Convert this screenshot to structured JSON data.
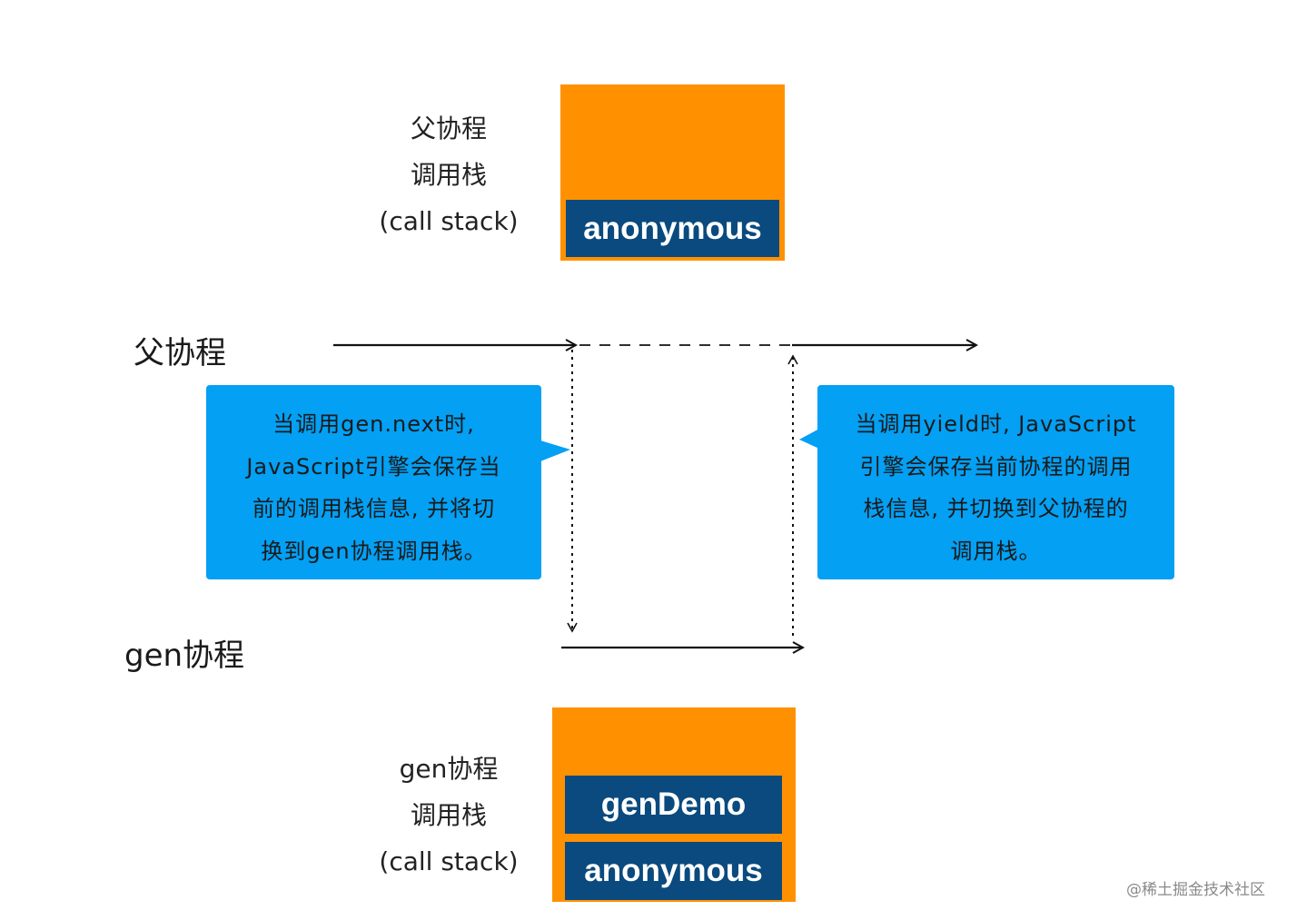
{
  "parent_stack": {
    "label_lines": [
      "父协程",
      "调用栈",
      "(call stack)"
    ],
    "frames": [
      "anonymous"
    ]
  },
  "gen_stack": {
    "label_lines": [
      "gen协程",
      "调用栈",
      "(call stack)"
    ],
    "frames": [
      "genDemo",
      "anonymous"
    ]
  },
  "timeline": {
    "parent_label": "父协程",
    "gen_label": "gen协程"
  },
  "callouts": {
    "next": {
      "lines": [
        "当调用gen.next时,",
        "JavaScript引擎会保存当",
        "前的调用栈信息, 并将切",
        "换到gen协程调用栈。"
      ]
    },
    "yield": {
      "lines": [
        "当调用yield时, JavaScript",
        "引擎会保存当前协程的调用",
        "栈信息, 并切换到父协程的",
        "调用栈。"
      ]
    }
  },
  "colors": {
    "stack_bg": "#ff9100",
    "frame_bg": "#0a4a7e",
    "callout_bg": "#03a0f4",
    "line": "#111111"
  },
  "watermark": "@稀土掘金技术社区"
}
